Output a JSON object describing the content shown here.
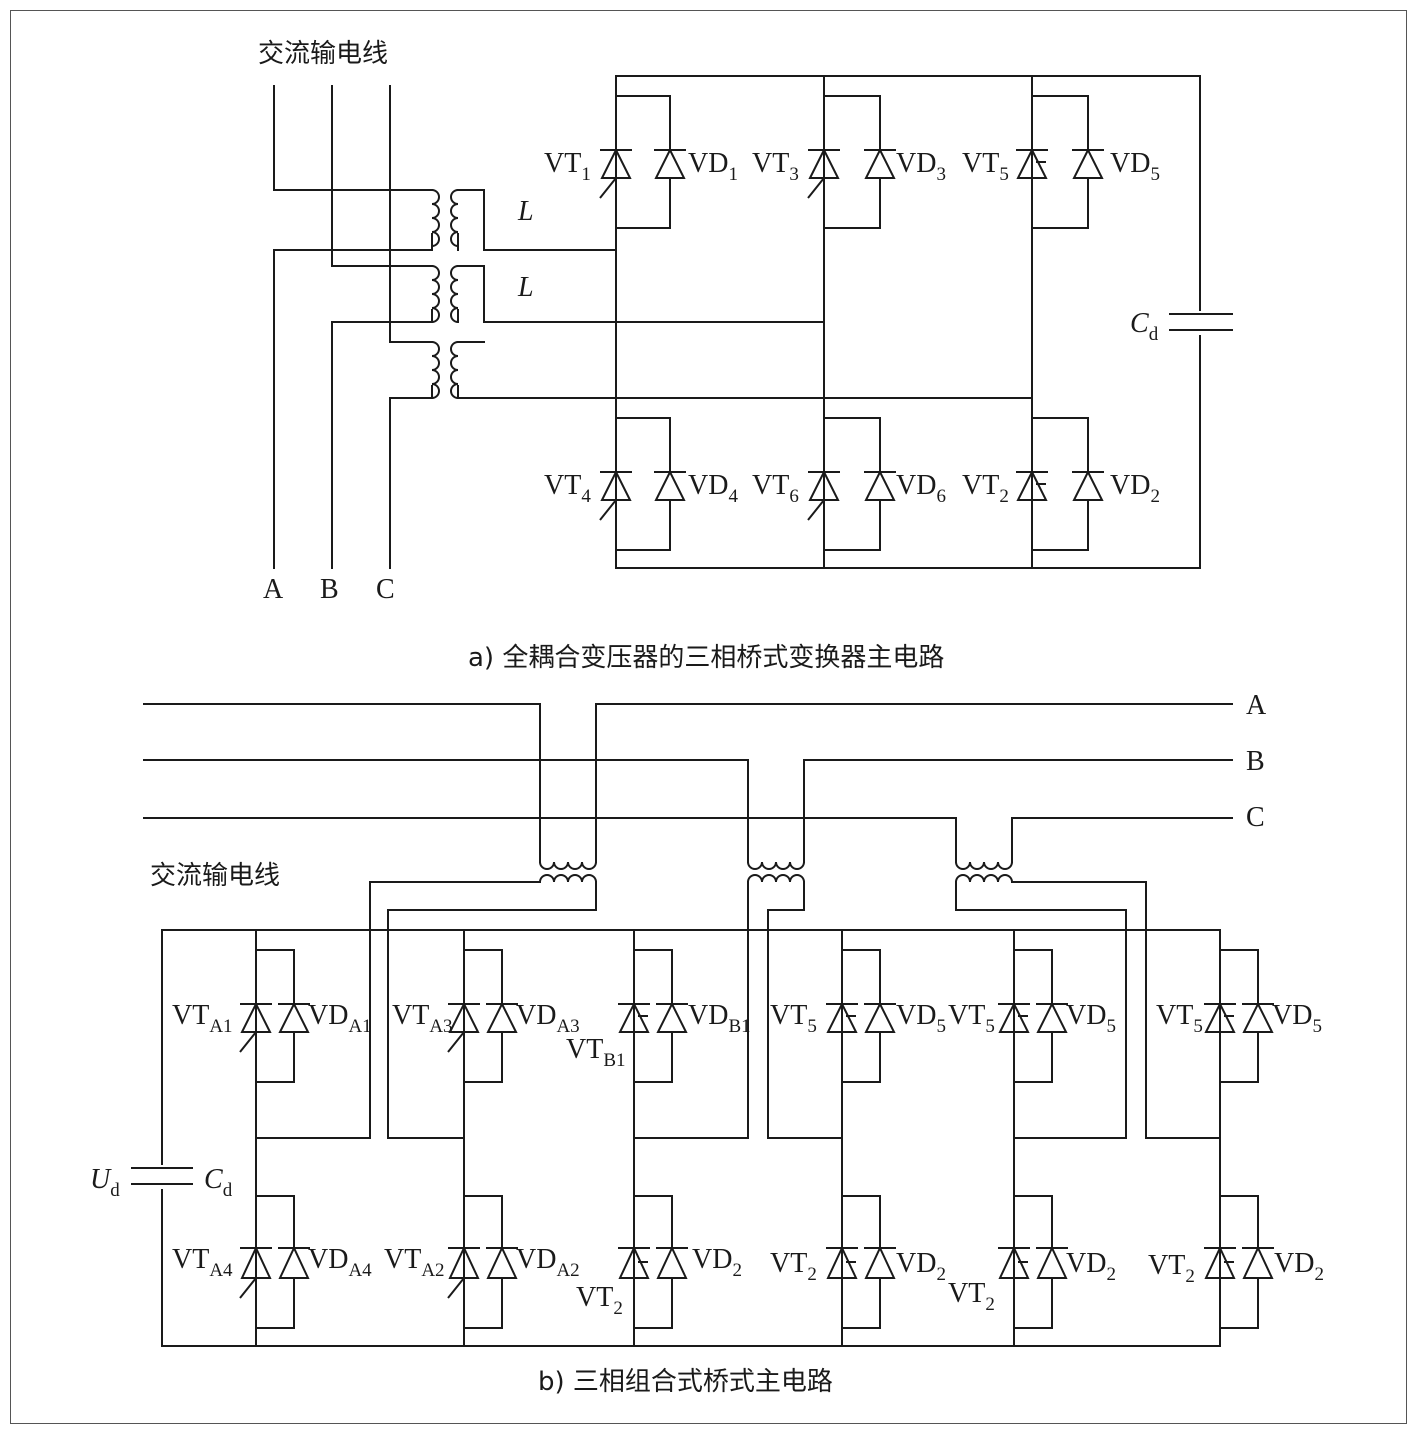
{
  "part_a": {
    "line_label": "交流输电线",
    "phases": [
      "A",
      "B",
      "C"
    ],
    "inductor": "L",
    "capacitor": {
      "main": "C",
      "sub": "d"
    },
    "caption": "a) 全耦合变压器的三相桥式变换器主电路",
    "upper": [
      {
        "t": "VT",
        "tsub": "1",
        "d": "VD",
        "dsub": "1"
      },
      {
        "t": "VT",
        "tsub": "3",
        "d": "VD",
        "dsub": "3"
      },
      {
        "t": "VT",
        "tsub": "5",
        "d": "VD",
        "dsub": "5"
      }
    ],
    "lower": [
      {
        "t": "VT",
        "tsub": "4",
        "d": "VD",
        "dsub": "4"
      },
      {
        "t": "VT",
        "tsub": "6",
        "d": "VD",
        "dsub": "6"
      },
      {
        "t": "VT",
        "tsub": "2",
        "d": "VD",
        "dsub": "2"
      }
    ]
  },
  "part_b": {
    "line_label": "交流输电线",
    "phases": [
      "A",
      "B",
      "C"
    ],
    "voltage": {
      "main": "U",
      "sub": "d"
    },
    "capacitor": {
      "main": "C",
      "sub": "d"
    },
    "caption": "b)  三相组合式桥式主电路",
    "upper": [
      {
        "t": "VT",
        "tsub": "A1",
        "d": "VD",
        "dsub": "A1"
      },
      {
        "t": "VT",
        "tsub": "A3",
        "d": "VD",
        "dsub": "A3"
      },
      {
        "t": "VT",
        "tsub": "B1",
        "d": "VD",
        "dsub": "B1"
      },
      {
        "t": "VT",
        "tsub": "5",
        "d": "VD",
        "dsub": "5"
      },
      {
        "t": "VT",
        "tsub": "5",
        "d": "VD",
        "dsub": "5"
      },
      {
        "t": "VT",
        "tsub": "5",
        "d": "VD",
        "dsub": "5"
      }
    ],
    "lower": [
      {
        "t": "VT",
        "tsub": "A4",
        "d": "VD",
        "dsub": "A4"
      },
      {
        "t": "VT",
        "tsub": "A2",
        "d": "VD",
        "dsub": "A2"
      },
      {
        "t": "VT",
        "tsub": "2",
        "d": "VD",
        "dsub": "2"
      },
      {
        "t": "VT",
        "tsub": "2",
        "d": "VD",
        "dsub": "2"
      },
      {
        "t": "VT",
        "tsub": "2",
        "d": "VD",
        "dsub": "2"
      },
      {
        "t": "VT",
        "tsub": "2",
        "d": "VD",
        "dsub": "2"
      }
    ]
  }
}
